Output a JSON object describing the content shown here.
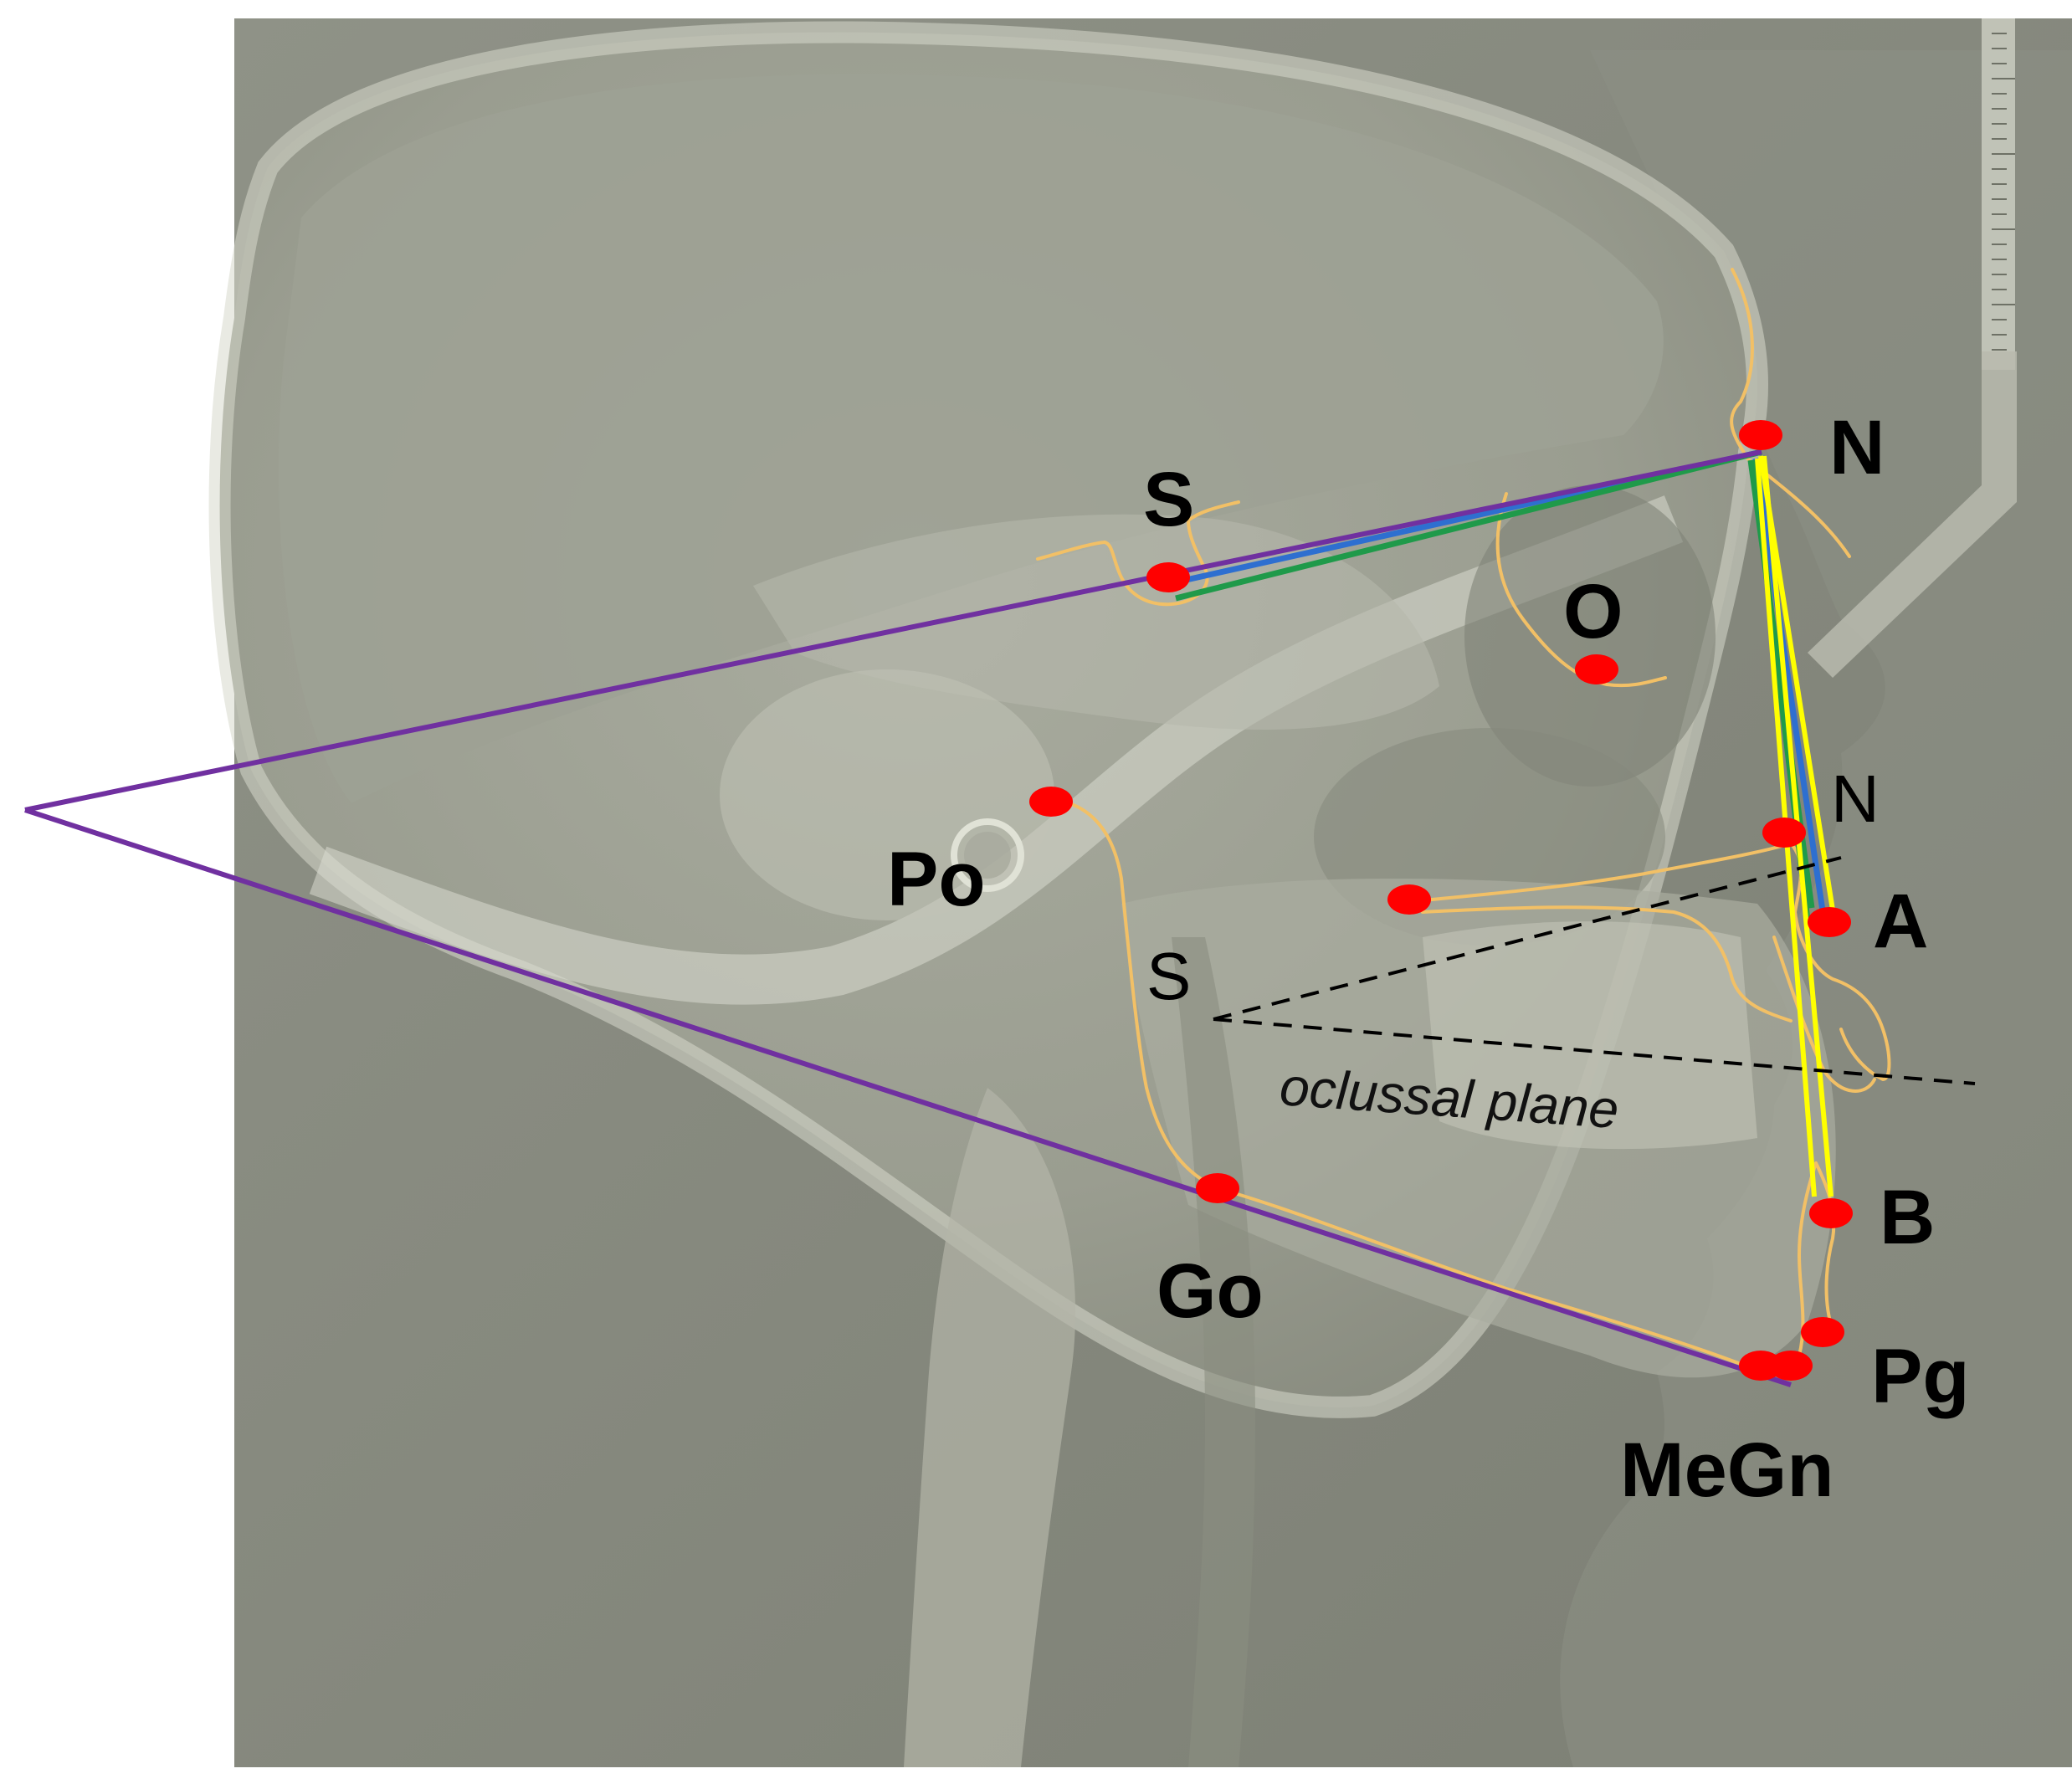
{
  "labels": {
    "S": "S",
    "N": "N",
    "O": "O",
    "Po": "Po",
    "N2": "N",
    "A": "A",
    "S2": "S",
    "oclussal": "oclussal plane",
    "B": "B",
    "Go": "Go",
    "Pg": "Pg",
    "MeGn": "MeGn"
  },
  "colors": {
    "landmark": "#ff0000",
    "tracing": "#f2c066",
    "purple_line": "#7030a0",
    "blue_line": "#2e6fd0",
    "green_line": "#1f9a4a",
    "yellow_line": "#ffff00",
    "dashed_line": "#000000"
  }
}
